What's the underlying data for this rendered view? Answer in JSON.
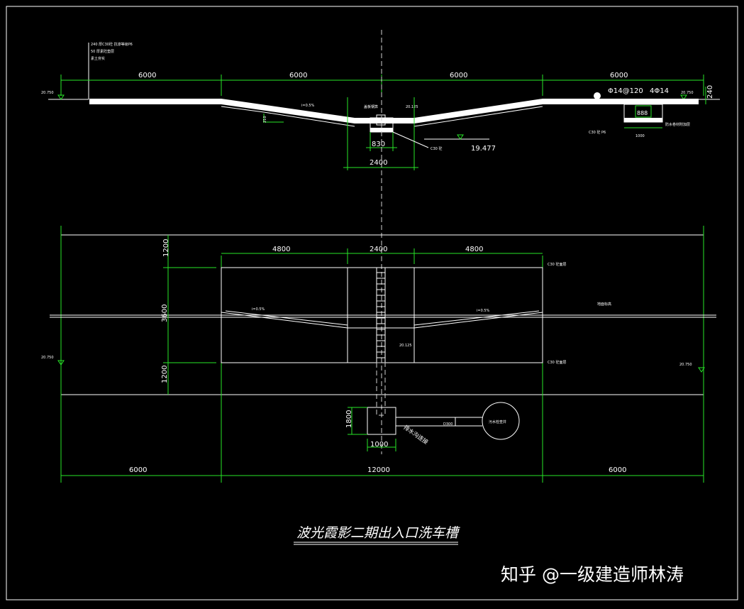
{
  "drawing": {
    "title": "波光霞影二期出入口洗车槽",
    "watermark": "知乎 @一级建造师林涛",
    "section": {
      "top_dims": [
        "6000",
        "6000",
        "6000",
        "6000"
      ],
      "rebar_label_1": "Φ14@120",
      "rebar_label_2": "4Φ14",
      "right_thickness": "240",
      "bottom_dim_1": "830",
      "bottom_dim_2": "2400",
      "elevation": "19.477",
      "level_left": "20.750",
      "level_right": "20.750",
      "note_lines": [
        "240 厚C30砼 抗渗等级P6",
        "50 厚素砼垫层",
        "素土夯实"
      ]
    },
    "plan": {
      "top_dims": [
        "4800",
        "2400",
        "4800"
      ],
      "left_dims": [
        "1200",
        "3600",
        "1200"
      ],
      "pit_dim_v": "1800",
      "pit_dim_h": "1000",
      "pipe_label": "排水沟连接",
      "circle_label": "污水检查井",
      "bottom_dims": [
        "6000",
        "12000",
        "6000"
      ],
      "level_left": "20.750",
      "level_right": "20.750"
    }
  }
}
